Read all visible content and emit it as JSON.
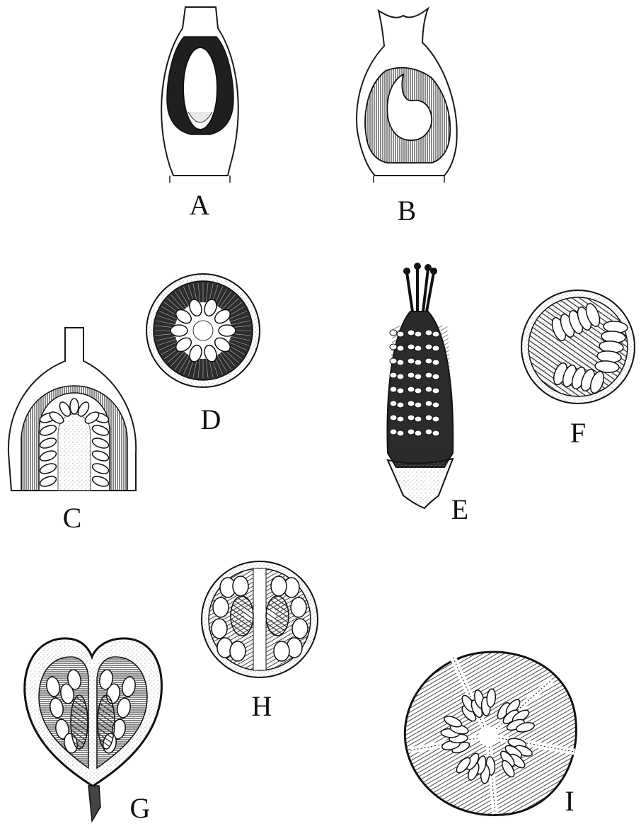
{
  "figures": [
    {
      "id": "A",
      "label": "A"
    },
    {
      "id": "B",
      "label": "B"
    },
    {
      "id": "C",
      "label": "C"
    },
    {
      "id": "D",
      "label": "D"
    },
    {
      "id": "E",
      "label": "E"
    },
    {
      "id": "F",
      "label": "F"
    },
    {
      "id": "G",
      "label": "G"
    },
    {
      "id": "H",
      "label": "H"
    },
    {
      "id": "I",
      "label": "I"
    }
  ],
  "colors": {
    "ink": "#1a1a1a",
    "paper": "#ffffff",
    "stipple": "#9a9a9a"
  }
}
